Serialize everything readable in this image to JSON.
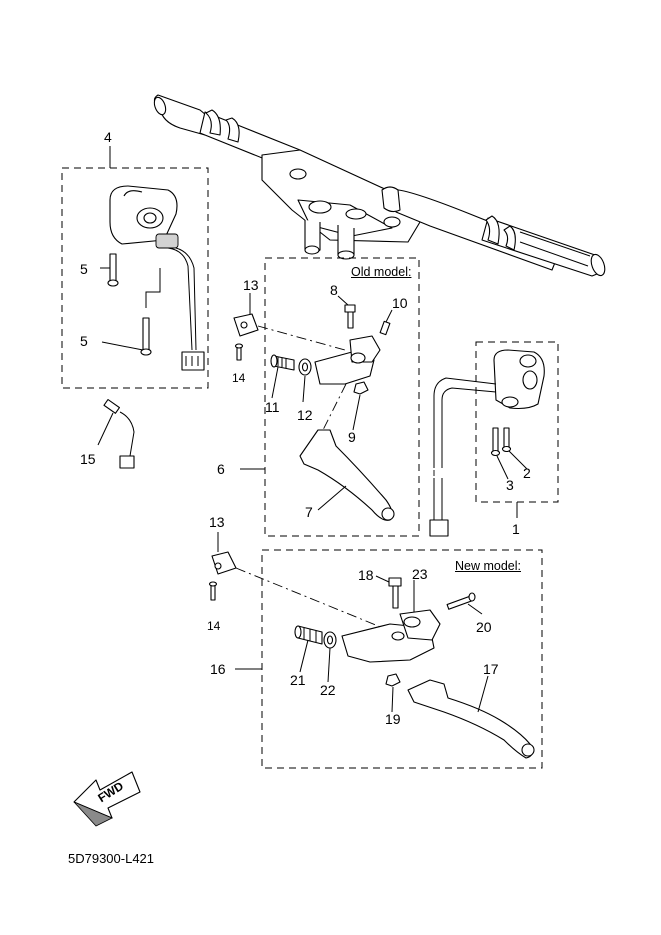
{
  "diagram_code": "5D79300-L421",
  "fwd_label": "FWD",
  "captions": {
    "old_model": "Old model:",
    "new_model": "New model:"
  },
  "callouts": {
    "c1": "1",
    "c2": "2",
    "c3": "3",
    "c4": "4",
    "c5a": "5",
    "c5b": "5",
    "c6": "6",
    "c7": "7",
    "c8": "8",
    "c9": "9",
    "c10": "10",
    "c11": "11",
    "c12": "12",
    "c13a": "13",
    "c13b": "13",
    "c14a": "14",
    "c14b": "14",
    "c15": "15",
    "c16": "16",
    "c17": "17",
    "c18": "18",
    "c19": "19",
    "c20": "20",
    "c21": "21",
    "c22": "22",
    "c23": "23"
  },
  "colors": {
    "line": "#000000",
    "shade": "#8a8a8a",
    "fill": "#ffffff"
  }
}
